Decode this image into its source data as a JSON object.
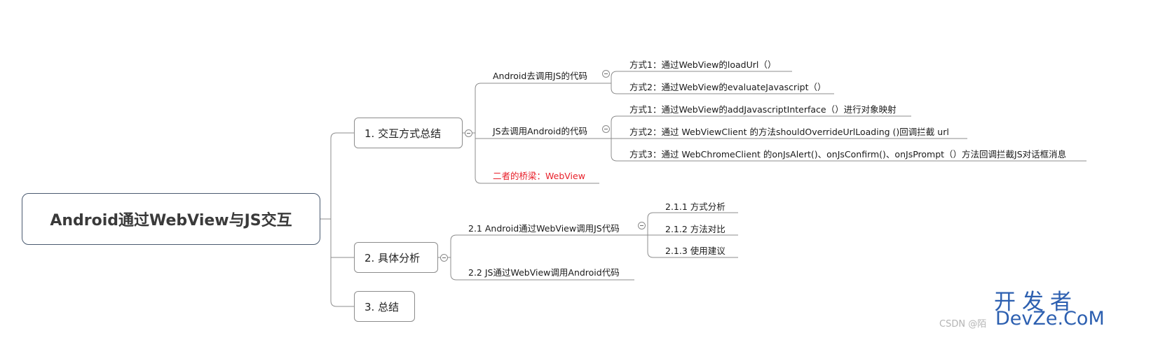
{
  "root": {
    "title": "Android通过WebView与JS交互"
  },
  "branch1": {
    "label": "1. 交互方式总结",
    "sub1": {
      "label": "Android去调用JS的代码",
      "items": [
        "方式1：通过WebView的loadUrl（）",
        "方式2：通过WebView的evaluateJavascript（）"
      ]
    },
    "sub2": {
      "label": "JS去调用Android的代码",
      "items": [
        "方式1：通过WebView的addJavascriptInterface（）进行对象映射",
        "方式2：通过 WebViewClient 的方法shouldOverrideUrlLoading ()回调拦截 url",
        "方式3：通过 WebChromeClient 的onJsAlert()、onJsConfirm()、onJsPrompt（）方法回调拦截JS对话框消息"
      ]
    },
    "bridge": "二者的桥梁：WebView"
  },
  "branch2": {
    "label": "2. 具体分析",
    "sub1": {
      "label": "2.1  Android通过WebView调用JS代码",
      "items": [
        "2.1.1 方式分析",
        "2.1.2 方法对比",
        "2.1.3 使用建议"
      ]
    },
    "sub2": {
      "label": "2.2 JS通过WebView调用Android代码"
    }
  },
  "branch3": {
    "label": "3. 总结"
  },
  "watermarks": {
    "csdn": "CSDN @陌",
    "site_cn": "开发者",
    "site_en": "DevZe.CoM"
  },
  "colors": {
    "bridge_text": "#e8202a",
    "watermark": "#2c5fb0",
    "root_border": "#4a5a70"
  }
}
